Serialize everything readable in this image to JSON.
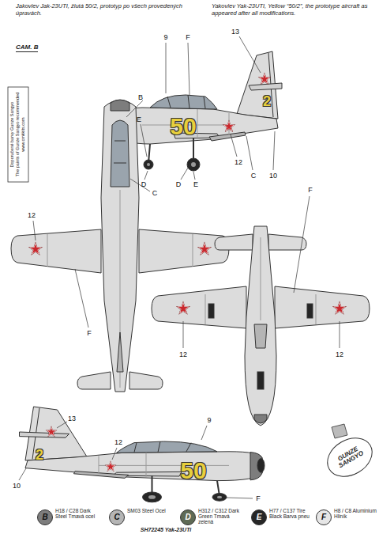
{
  "diagram": {
    "labels": [
      "Jakovlev Jak-23UTI, žlutá 50/2, prototyp po všech provedených úpravách.",
      "Yakovlev Yak-23UTI, Yellow “50/2”, the prototype aircraft as appeared after all modifications.",
      "CAM. B",
      "Doporučené barvy Gunze Sangyo",
      "The paints of Gunze Sangyo recommended",
      "www.cmkkits.com",
      "50",
      "2",
      "13",
      "9",
      "F",
      "B",
      "E",
      "D",
      "D",
      "E",
      "12",
      "C",
      "10",
      "12",
      "C",
      "F",
      "F",
      "12",
      "12",
      "13",
      "12",
      "9",
      "50",
      "2",
      "F",
      "10",
      "B",
      "C",
      "D",
      "E",
      "F",
      "SH72245 Yak-23UTi",
      "GUNZE SANGYO"
    ],
    "legend": [
      {
        "text": "H18 / C28 Dark Steel Tmavá ocel",
        "color": "#7d7d7d"
      },
      {
        "text": "SM03 Steel Ocel",
        "color": "#b5b5b5"
      },
      {
        "text": "H312 / C312 Dark Green Tmavá zelená",
        "color": "#5f6a55"
      },
      {
        "text": "H77 / C137 Tire Black Barva pneu",
        "color": "#262626"
      },
      {
        "text": "H8 / C8 Aluminium Hliník",
        "color": "#e6e6e6"
      }
    ]
  }
}
